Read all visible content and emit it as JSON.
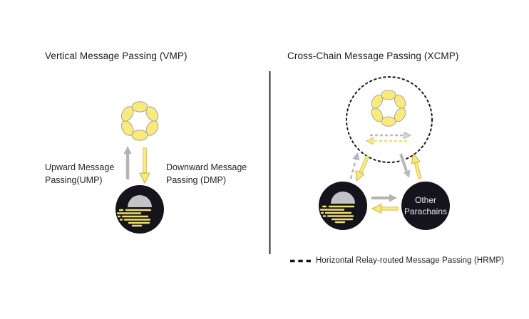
{
  "diagram": {
    "left": {
      "title": "Vertical Message Passing (VMP)",
      "upward_label": "Upward Message Passing(UMP)",
      "downward_label": "Downward Message Passing (DMP)"
    },
    "right": {
      "title": "Cross-Chain Message Passing (XCMP)",
      "other_parachains_label": "Other Parachains",
      "legend_label": "Horizontal Relay-routed Message Passing (HRMP)"
    }
  },
  "icons": {
    "relay_chain": "polkadot-ring-icon",
    "parachain": "parachain-node-icon",
    "relay_boundary": "dashed-circle-boundary",
    "legend_marker": "hrmp-dashed-line"
  },
  "colors": {
    "background": "#FFFFFF",
    "yellow_fill": "#F8EA7C",
    "yellow_outline": "#CDBB55",
    "icon_line_yellow": "#F0DF68",
    "gray_arrow": "#B3B3B3",
    "circle_black": "#15141D",
    "dome_gray": "#C3C3C6",
    "divider": "#2E2E2E",
    "text": "#1C1C1C"
  }
}
